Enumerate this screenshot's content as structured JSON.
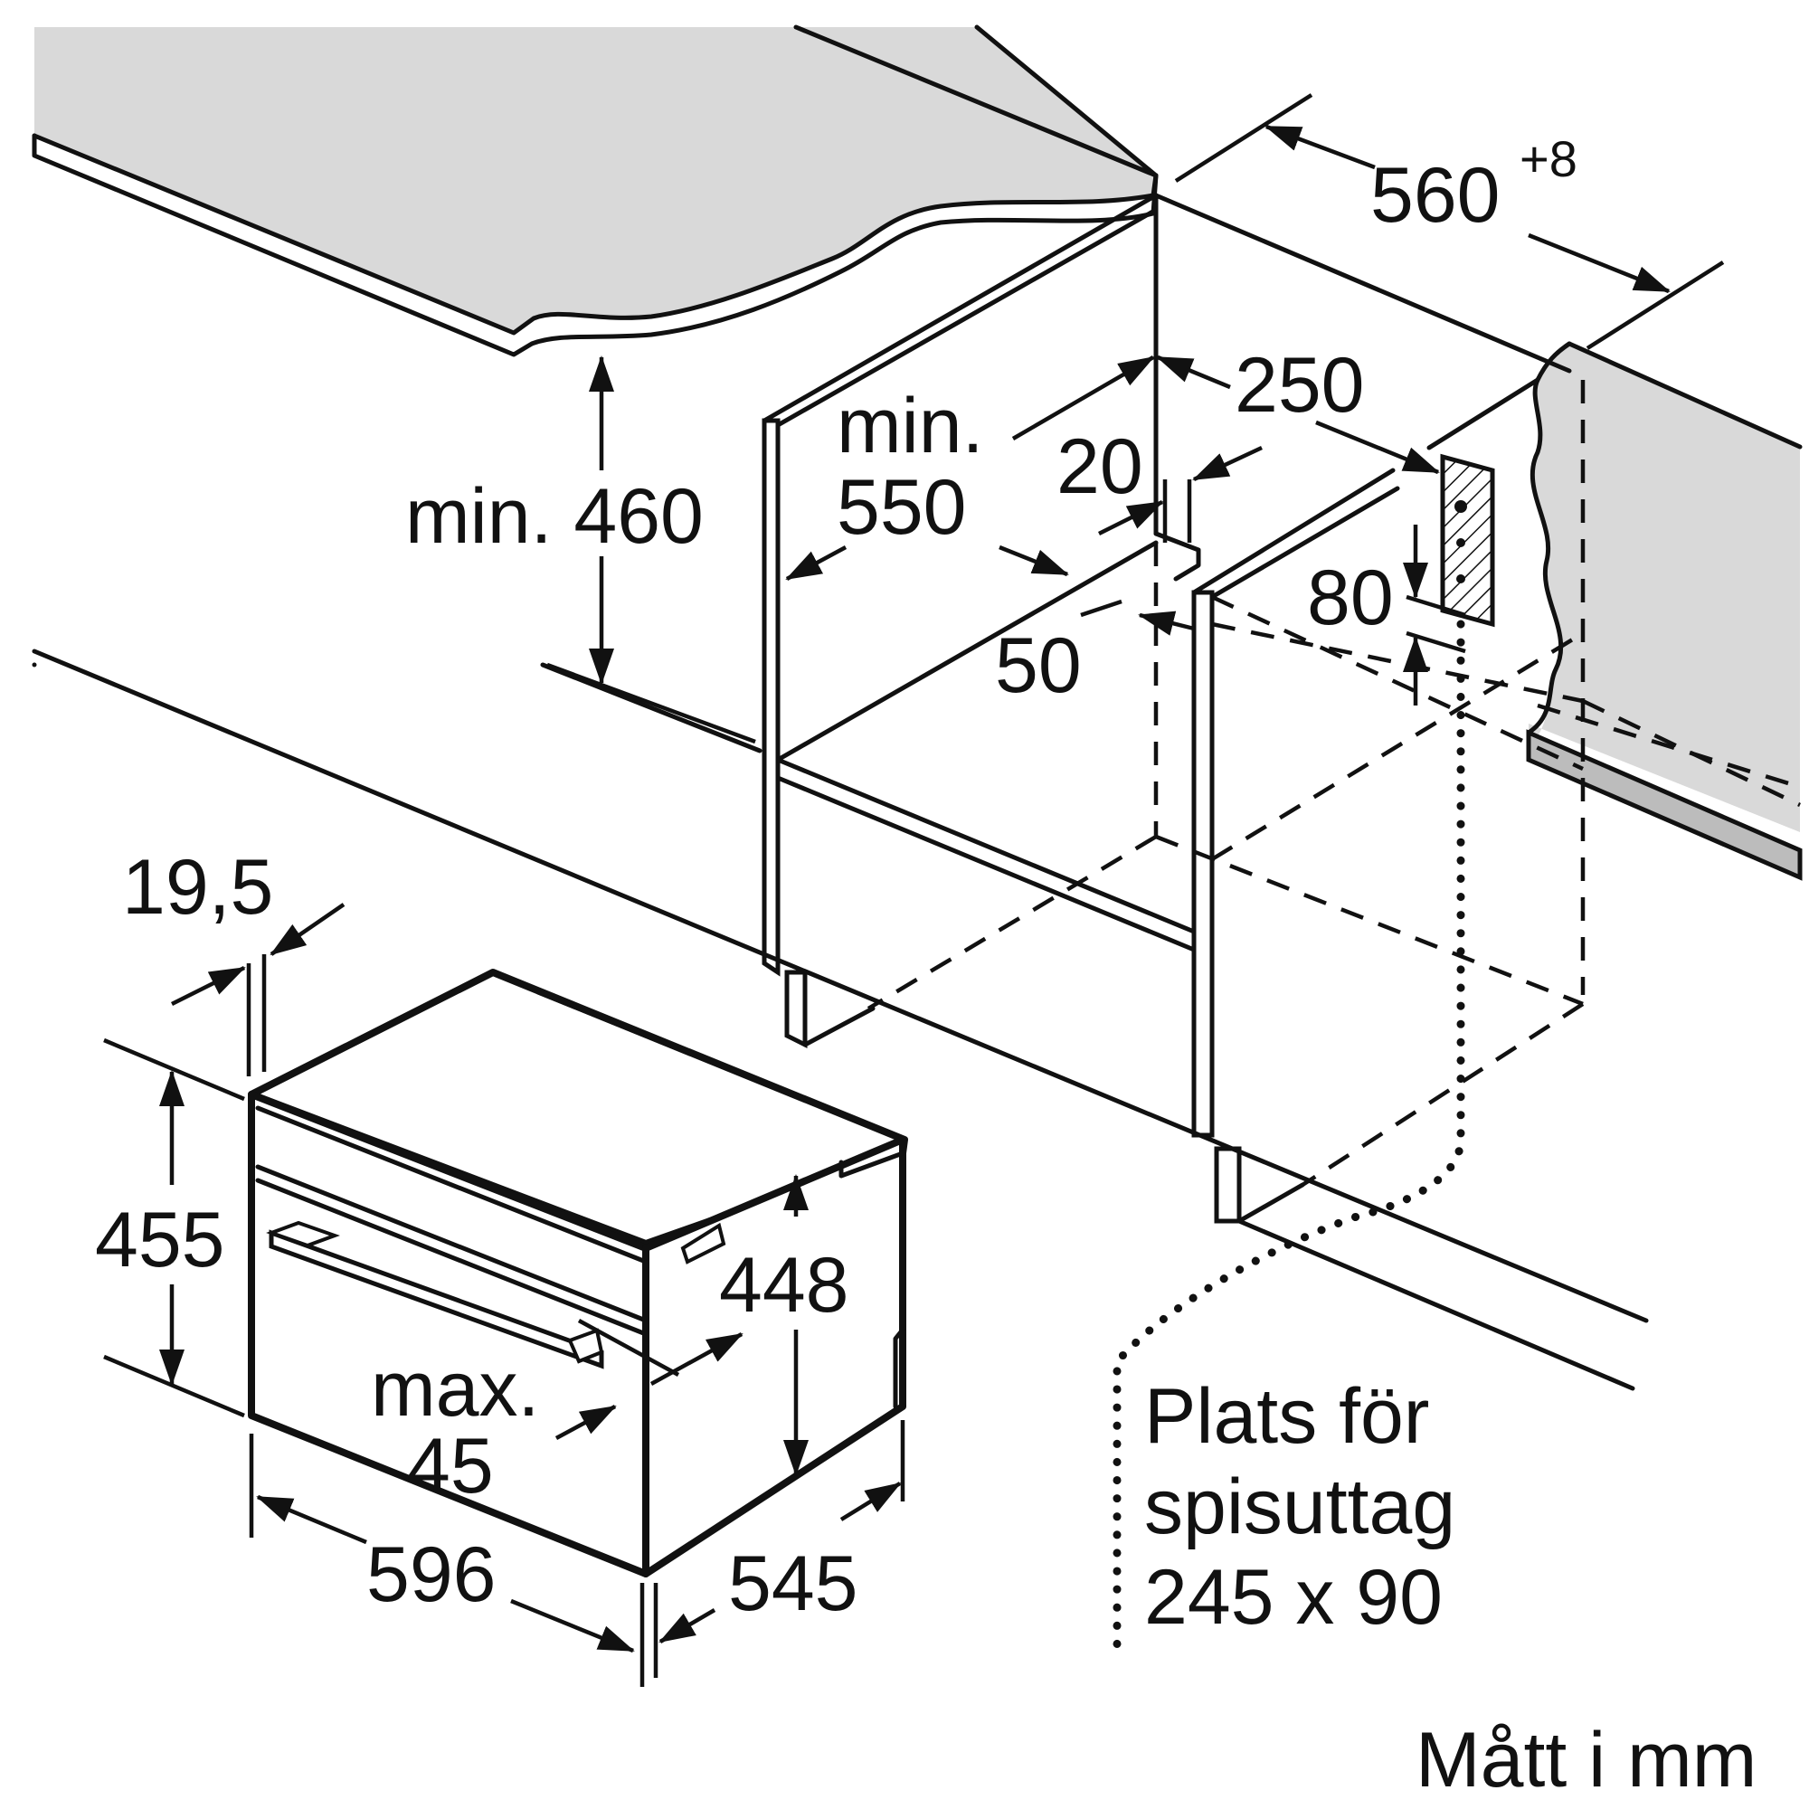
{
  "diagram": {
    "dims": {
      "d560": "560",
      "d560_tol": "+8",
      "d250": "250",
      "d20": "20",
      "d80": "80",
      "d50": "50",
      "min550_a": "min.",
      "min550_b": "550",
      "min460": "min. 460",
      "d19_5": "19,5",
      "d455": "455",
      "d448": "448",
      "max45_a": "max.",
      "max45_b": "45",
      "d596": "596",
      "d545": "545"
    },
    "socket_note": {
      "line1": "Plats för",
      "line2": "spisuttag",
      "line3": "245 x 90"
    },
    "unit_note": "Mått i mm"
  }
}
